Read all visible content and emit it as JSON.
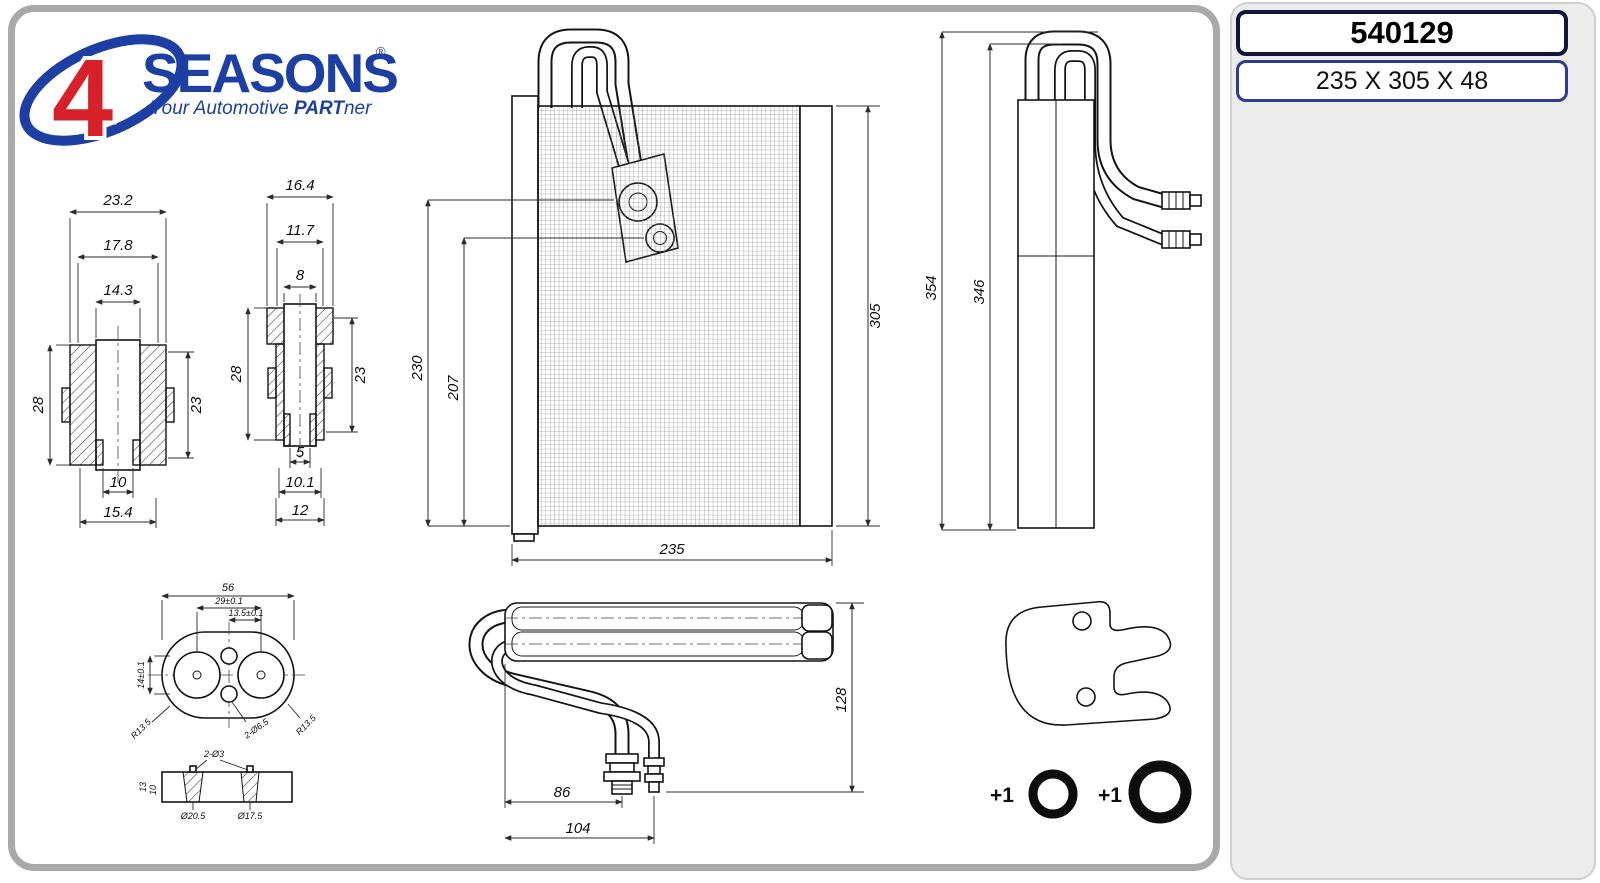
{
  "panel": {
    "part_number": "540129",
    "size": "235 X 305 X 48"
  },
  "logo": {
    "four": "4",
    "name": "SEASONS",
    "reg": "®",
    "tagline_1": "Your Automotive ",
    "tagline_2": "PART",
    "tagline_3": "ner"
  },
  "dims": {
    "fitting1": {
      "w_outer": "23.2",
      "w_mid": "17.8",
      "w_bore": "14.3",
      "h_left": "28",
      "h_right": "23",
      "b_bore": "10",
      "b_outer": "15.4"
    },
    "fitting2": {
      "w_outer": "16.4",
      "w_mid": "11.7",
      "w_bore": "8",
      "h_left": "28",
      "h_right": "23",
      "b1": "5",
      "b2": "10.1",
      "b3": "12"
    },
    "front": {
      "h_fit1": "230",
      "h_fit2": "207",
      "height": "305",
      "width": "235"
    },
    "side": {
      "h_outer": "354",
      "h_inner": "346"
    },
    "manifold": {
      "w": "56",
      "w_centers": "29±0.1",
      "w_half": "13.5±0.1",
      "h_offset": "14±0.1",
      "r_left": "R13.5",
      "r_right": "R13.5",
      "holes": "2-Ø6.5"
    },
    "section": {
      "holes": "2-Ø3",
      "t1": "13",
      "t2": "10",
      "dia1": "Ø20.5",
      "dia2": "Ø17.5"
    },
    "top": {
      "depth": "128",
      "w1": "86",
      "w2": "104"
    },
    "orings": {
      "qty1": "+1",
      "qty2": "+1"
    }
  }
}
